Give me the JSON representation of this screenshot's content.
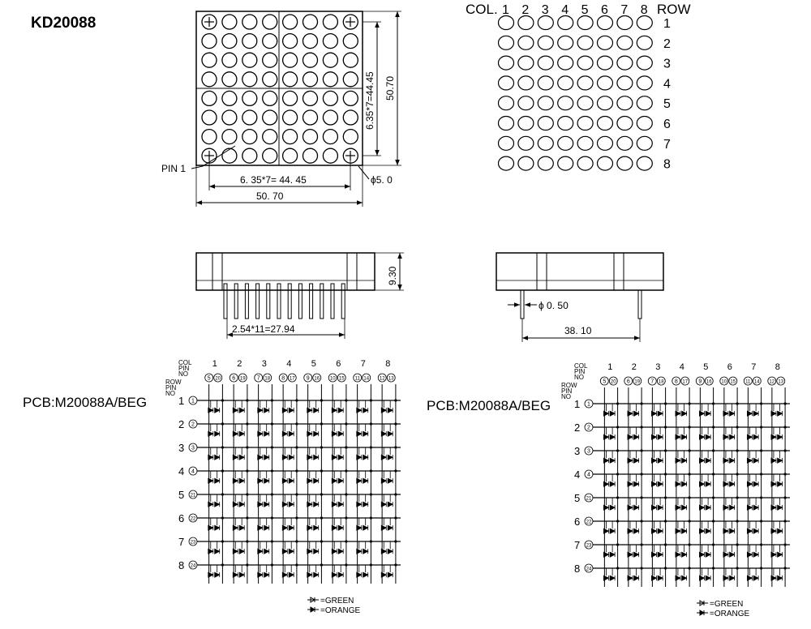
{
  "part_number": "KD20088",
  "front_view": {
    "pin1_label": "PIN 1",
    "pitch_width_label": "6. 35*7= 44. 45",
    "width_label": "50. 70",
    "pitch_height_label": "6.35*7=44.45",
    "height_label": "50.70",
    "dot_diameter_label": "ϕ5. 0"
  },
  "pin_map": {
    "col_header": "COL.",
    "row_header": "ROW",
    "cols": [
      "1",
      "2",
      "3",
      "4",
      "5",
      "6",
      "7",
      "8"
    ],
    "rows": [
      "1",
      "2",
      "3",
      "4",
      "5",
      "6",
      "7",
      "8"
    ]
  },
  "side_view": {
    "height_label": "9.30",
    "pin_span_label": "2.54*11=27.94"
  },
  "end_view": {
    "pin_diameter_label": "ϕ 0. 50",
    "row_spacing_label": "38. 10"
  },
  "schematic_left": {
    "pcb_label": "PCB:M20088A/BEG",
    "col_label": "COL",
    "pin_label": "PIN",
    "no_label": "NO",
    "row_label": "ROW",
    "cols": [
      "1",
      "2",
      "3",
      "4",
      "5",
      "6",
      "7",
      "8"
    ],
    "col_pins": [
      [
        "5",
        "20"
      ],
      [
        "6",
        "19"
      ],
      [
        "7",
        "18"
      ],
      [
        "8",
        "17"
      ],
      [
        "9",
        "16"
      ],
      [
        "10",
        "15"
      ],
      [
        "11",
        "14"
      ],
      [
        "12",
        "13"
      ]
    ],
    "rows": [
      "1",
      "2",
      "3",
      "4",
      "5",
      "6",
      "7",
      "8"
    ],
    "row_pins": [
      "1",
      "2",
      "3",
      "4",
      "21",
      "22",
      "23",
      "24"
    ],
    "legend_green": "=GREEN",
    "legend_orange": "=ORANGE"
  },
  "schematic_right": {
    "pcb_label": "PCB:M20088A/BEG",
    "col_label": "COL",
    "pin_label": "PIN",
    "no_label": "NO",
    "row_label": "ROW",
    "cols": [
      "1",
      "2",
      "3",
      "4",
      "5",
      "6",
      "7",
      "8"
    ],
    "col_pins": [
      [
        "5",
        "20"
      ],
      [
        "6",
        "19"
      ],
      [
        "7",
        "18"
      ],
      [
        "8",
        "17"
      ],
      [
        "9",
        "16"
      ],
      [
        "10",
        "15"
      ],
      [
        "11",
        "14"
      ],
      [
        "12",
        "13"
      ]
    ],
    "rows": [
      "1",
      "2",
      "3",
      "4",
      "5",
      "6",
      "7",
      "8"
    ],
    "row_pins": [
      "1",
      "2",
      "3",
      "4",
      "21",
      "22",
      "23",
      "24"
    ],
    "legend_green": "=GREEN",
    "legend_orange": "=ORANGE"
  }
}
